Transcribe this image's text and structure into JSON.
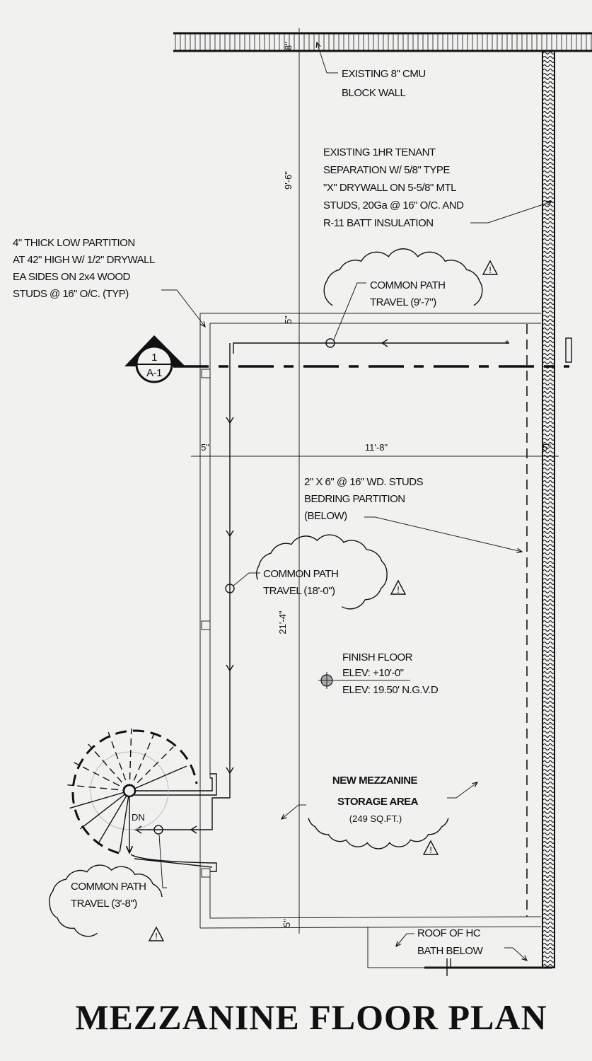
{
  "title": "MEZZANINE FLOOR PLAN",
  "section_marker": {
    "number": "1",
    "sheet": "A-1"
  },
  "notes": {
    "cmu_wall": [
      "EXISTING 8\" CMU",
      "BLOCK WALL"
    ],
    "tenant_separation": [
      "EXISTING 1HR TENANT",
      "SEPARATION W/ 5/8\" TYPE",
      "\"X\" DRYWALL ON 5-5/8\" MTL",
      "STUDS, 20Ga @ 16\" O/C. AND",
      "R-11 BATT INSULATION"
    ],
    "low_partition": [
      "4\" THICK LOW PARTITION",
      "AT 42\" HIGH W/ 1/2\" DRYWALL",
      "EA SIDES ON 2x4 WOOD",
      "STUDS @ 16\" O/C. (TYP)"
    ],
    "bearing_partition": [
      "2\" X 6\" @ 16\" WD. STUDS",
      "BEDRING PARTITION",
      "(BELOW)"
    ],
    "finish_floor": [
      "FINISH FLOOR",
      "ELEV: +10'-0\"",
      "ELEV: 19.50' N.G.V.D"
    ],
    "storage_area": [
      "NEW MEZZANINE",
      "STORAGE AREA",
      "(249 SQ.FT.)"
    ],
    "roof_bath": [
      "ROOF OF HC",
      "BATH BELOW"
    ],
    "stair_dn": "DN"
  },
  "common_paths": [
    {
      "label": "COMMON PATH",
      "travel": "TRAVEL  (9'-7\")"
    },
    {
      "label": "COMMON PATH",
      "travel": "TRAVEL  (18'-0\")"
    },
    {
      "label": "COMMON PATH",
      "travel": "TRAVEL  (3'-8\")"
    }
  ],
  "dimensions": {
    "cmu_thickness": "8\"",
    "top_span": "9'-6\"",
    "partition_top": "5\"",
    "width": "11'-8\"",
    "left_partition": "5\"",
    "right_wall": "5\"",
    "depth": "21'-4\"",
    "bottom_partition": "5\""
  },
  "revision_symbol": "!"
}
